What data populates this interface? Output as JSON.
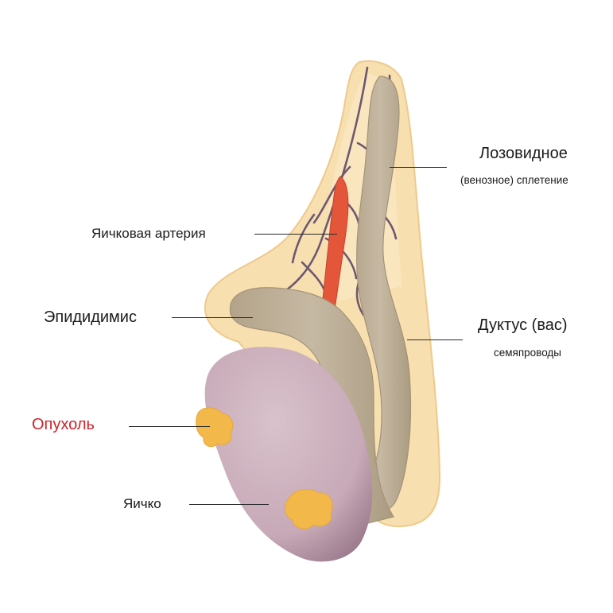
{
  "labels": {
    "plexus_title": "Лозовидное",
    "plexus_subtitle": "(венозное) сплетение",
    "artery": "Яичковая артерия",
    "epididymis": "Эпидидимис",
    "ductus_title": "Дуктус (вас)",
    "ductus_subtitle": "семяпроводы",
    "tumor": "Опухоль",
    "testis": "Яичко"
  },
  "colors": {
    "tumor_label": "#d0232a",
    "text": "#1a1a1a",
    "sheath": "#f7dfb0",
    "sheath_edge": "#efc98a",
    "duct": "#bcae96",
    "testis": "#cbb0bd",
    "artery": "#e3563a",
    "vein": "#6e5870",
    "tumor": "#f3b84a"
  }
}
